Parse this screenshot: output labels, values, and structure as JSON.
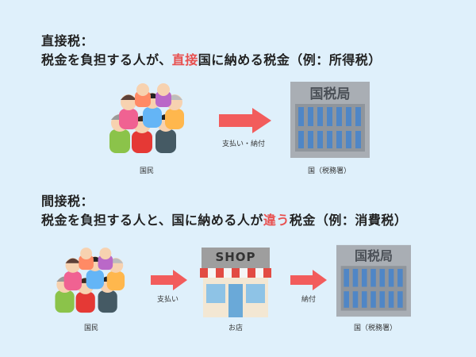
{
  "section1": {
    "title": "直接税：",
    "desc_a": "税金を負担する人が、",
    "desc_hl": "直接",
    "desc_b": "国に納める税金（例：所得税）",
    "crowd_label": "国民",
    "arrow_label": "支払い・納付",
    "office_sign": "国税局",
    "office_label": "国（税務署）"
  },
  "section2": {
    "title": "間接税：",
    "desc_a": "税金を負担する人と、国に納める人が",
    "desc_hl": "違う",
    "desc_b": "税金（例：消費税）",
    "crowd_label": "国民",
    "arrow1_label": "支払い",
    "shop_sign": "SHOP",
    "shop_label": "お店",
    "arrow2_label": "納付",
    "office_sign": "国税局",
    "office_label": "国（税務署）"
  },
  "colors": {
    "background": "#dff0fb",
    "highlight": "#e8504f",
    "arrow": "#f25c5c",
    "building": "#a9aeb4",
    "window": "#4f86c6",
    "awning_red": "#e24b43"
  }
}
